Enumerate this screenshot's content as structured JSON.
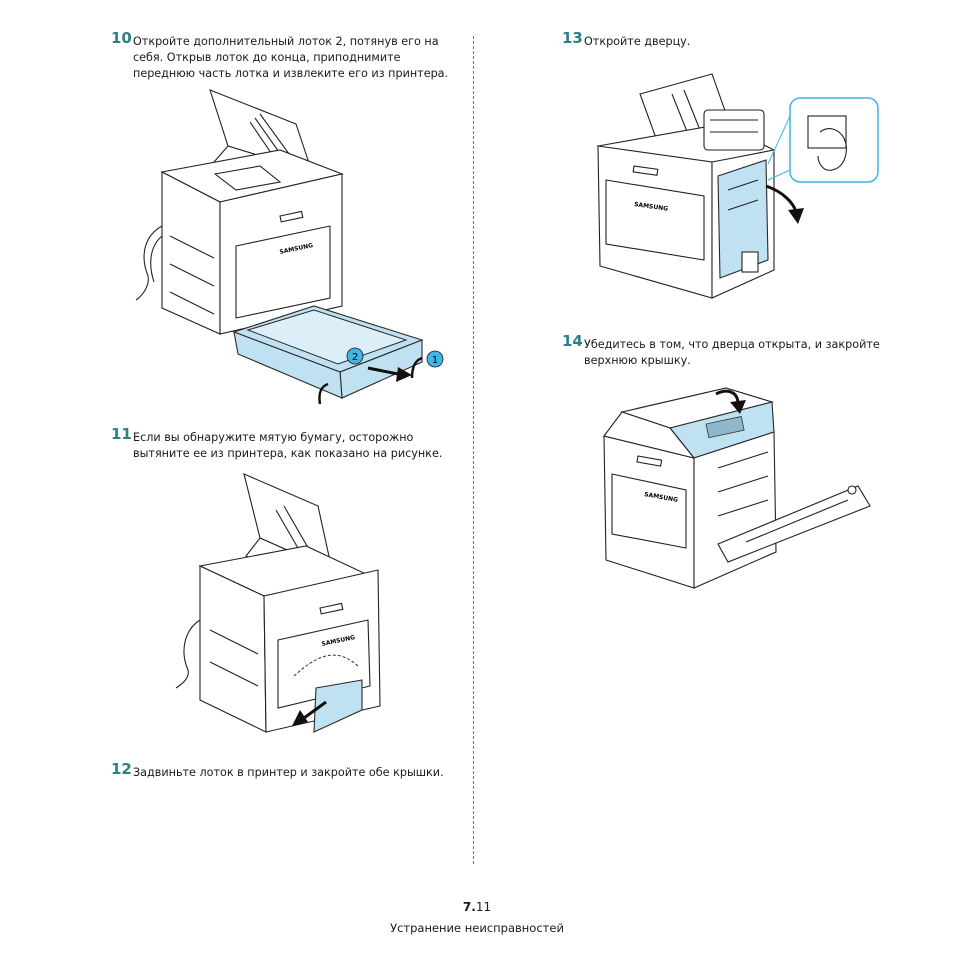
{
  "steps": [
    {
      "num": "10",
      "text": "Откройте дополнительный лоток 2, потянув его на себя. Открыв лоток до конца, приподнимите переднюю часть лотка и извлеките его из принтера."
    },
    {
      "num": "11",
      "text": "Если вы обнаружите мятую бумагу, осторожно вытяните ее из принтера, как показано на рисунке."
    },
    {
      "num": "12",
      "text": "Задвиньте лоток в принтер и закройте обе крышки."
    },
    {
      "num": "13",
      "text": "Откройте дверцу."
    },
    {
      "num": "14",
      "text": "Убедитесь в том, что дверца открыта, и закройте верхнюю крышку."
    }
  ],
  "figure_callouts": {
    "fig10": [
      "1",
      "2"
    ]
  },
  "brand_label": "SAMSUNG",
  "footer": {
    "chapter": "7.",
    "page": "11",
    "title": "Устранение неисправностей"
  },
  "colors": {
    "accent": "#2e7f86",
    "highlight": "#bfe1f2",
    "callout": "#3fb6e6"
  }
}
